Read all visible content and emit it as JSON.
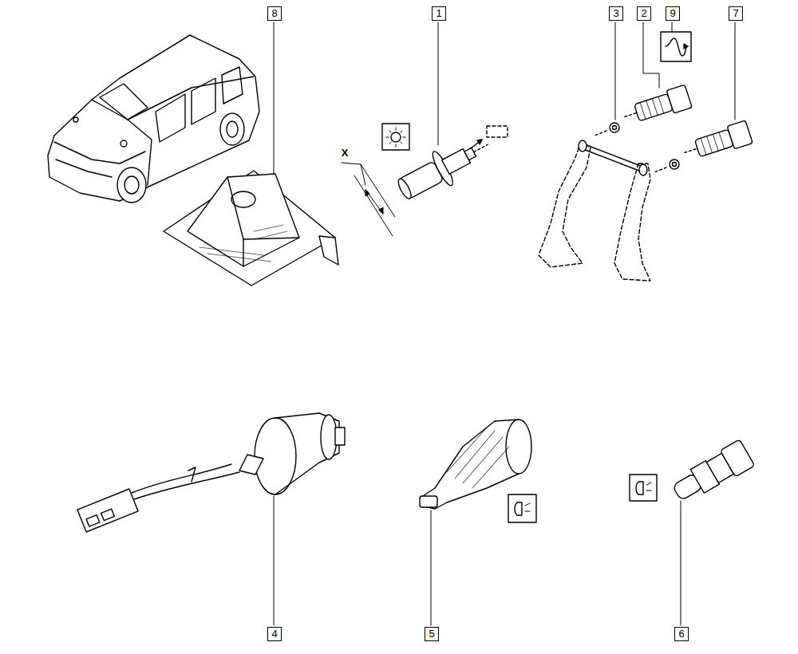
{
  "diagram": {
    "labels": [
      "8",
      "1",
      "3",
      "2",
      "9",
      "7",
      "X",
      "4",
      "5",
      "6"
    ]
  }
}
